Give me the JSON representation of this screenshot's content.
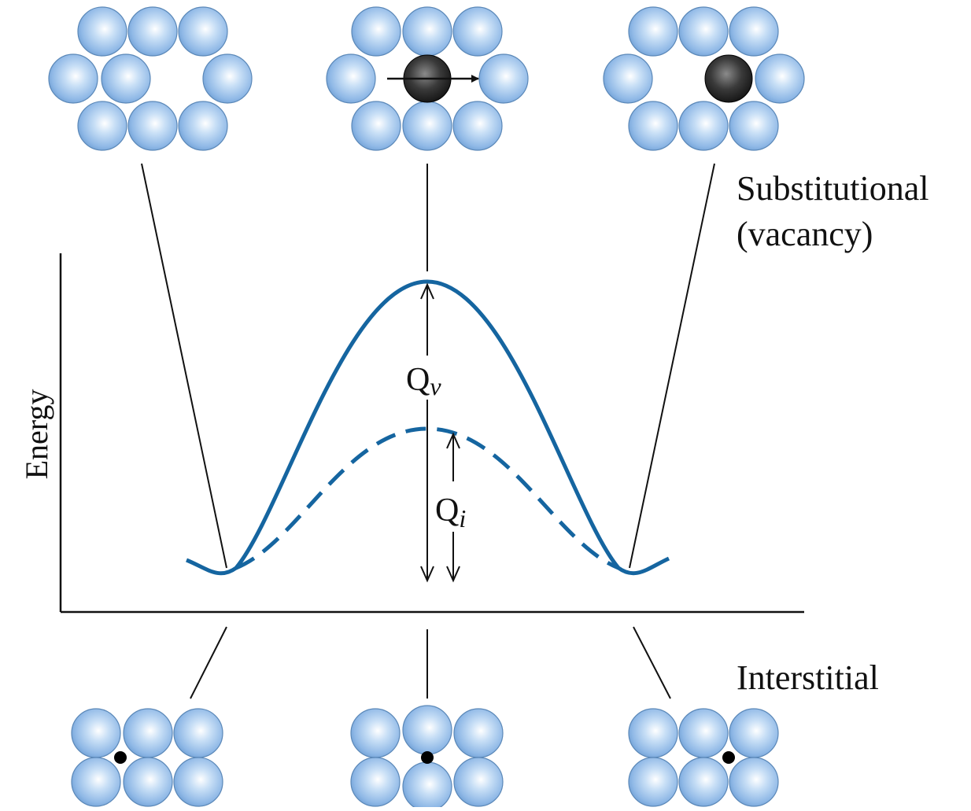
{
  "figure": {
    "axis_label_y": "Energy",
    "label_substitutional": "Substitutional",
    "label_substitutional_sub": "(vacancy)",
    "label_interstitial": "Interstitial",
    "q_v": {
      "main": "Q",
      "sub": "v"
    },
    "q_i": {
      "main": "Q",
      "sub": "i"
    }
  },
  "colors": {
    "atom_fill": "#9cc3ec",
    "atom_edge": "#5b88b8",
    "migrating_atom": "#2a2a2a",
    "curve": "#1565a0",
    "line": "#111111"
  },
  "icons": {
    "host_atom": "light-blue-sphere",
    "migrating_atom": "dark-sphere",
    "interstitial_atom": "small-black-dot",
    "arrow": "right-arrow"
  }
}
